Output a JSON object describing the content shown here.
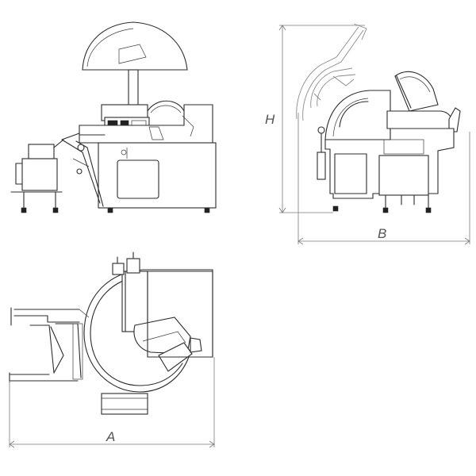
{
  "dimensions": {
    "height_label": "H",
    "depth_label": "B",
    "width_label": "A"
  },
  "colors": {
    "line": "#2b2b2b",
    "ghost_line": "#8a8a8a",
    "dimension_line": "#7a7a7a",
    "background": "#ffffff"
  }
}
